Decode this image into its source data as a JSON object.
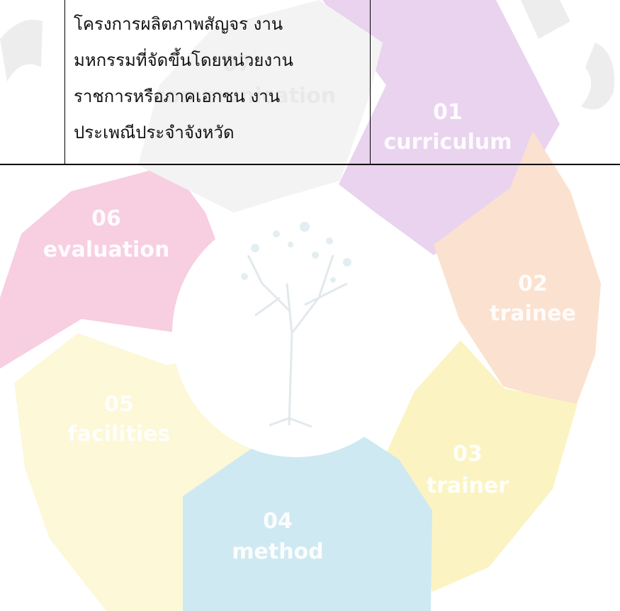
{
  "table": {
    "cell_lines": [
      "โครงการผลิตภาพสัญจร งาน",
      "มหกรรมที่จัดขึ้นโดยหน่วยงาน",
      "ราชการหรือภาคเอกชน งาน",
      "ประเพณีประจำจังหวัด"
    ]
  },
  "watermark": {
    "segments": [
      {
        "number": "01",
        "label": "curriculum",
        "color": "#e9d3ef"
      },
      {
        "number": "02",
        "label": "trainee",
        "color": "#fbe1cf"
      },
      {
        "number": "03",
        "label": "trainer",
        "color": "#fbf4c2"
      },
      {
        "number": "04",
        "label": "method",
        "color": "#cfe9f2"
      },
      {
        "number": "05",
        "label": "facilities",
        "color": "#fcf8d8"
      },
      {
        "number": "06",
        "label": "evaluation",
        "color": "#f7cfe1"
      },
      {
        "number": "07",
        "label": "communication",
        "color": "#eeeeee"
      }
    ],
    "center_icon": "tree-icon"
  }
}
